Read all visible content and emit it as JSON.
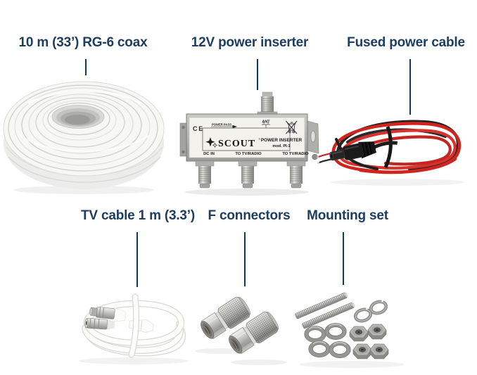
{
  "colors": {
    "background": "#ffffff",
    "label_text": "#1d3e60",
    "leader_line": "#11395a",
    "wire_red": "#cf251f",
    "wire_black": "#1c1c1c",
    "metal_silver": "#b9b9b6"
  },
  "labels": {
    "coax": "10 m (33’) RG-6 coax",
    "power_inserter": "12V power inserter",
    "fused_cable": "Fused power cable",
    "tv_cable": "TV cable 1 m (3.3’)",
    "f_connectors": "F connectors",
    "mounting_set": "Mounting set"
  },
  "power_inserter_device": {
    "ce_mark": "CE",
    "power_pass": "POWER PASS",
    "ant": "ANT",
    "brand": "SCOUT",
    "brand_mark": "®",
    "product_name": "POWER INSERTER",
    "model": "mod. PI-1",
    "port_dc_in": "DC IN",
    "port_tv_radio_1": "TO TV/RADIO",
    "port_tv_radio_2": "TO TV/RADIO"
  },
  "icons": {
    "weee": "crossed-out-wheelie-bin",
    "scout_logo": "star-logo",
    "power_pass_arrow": "right-arrow"
  }
}
